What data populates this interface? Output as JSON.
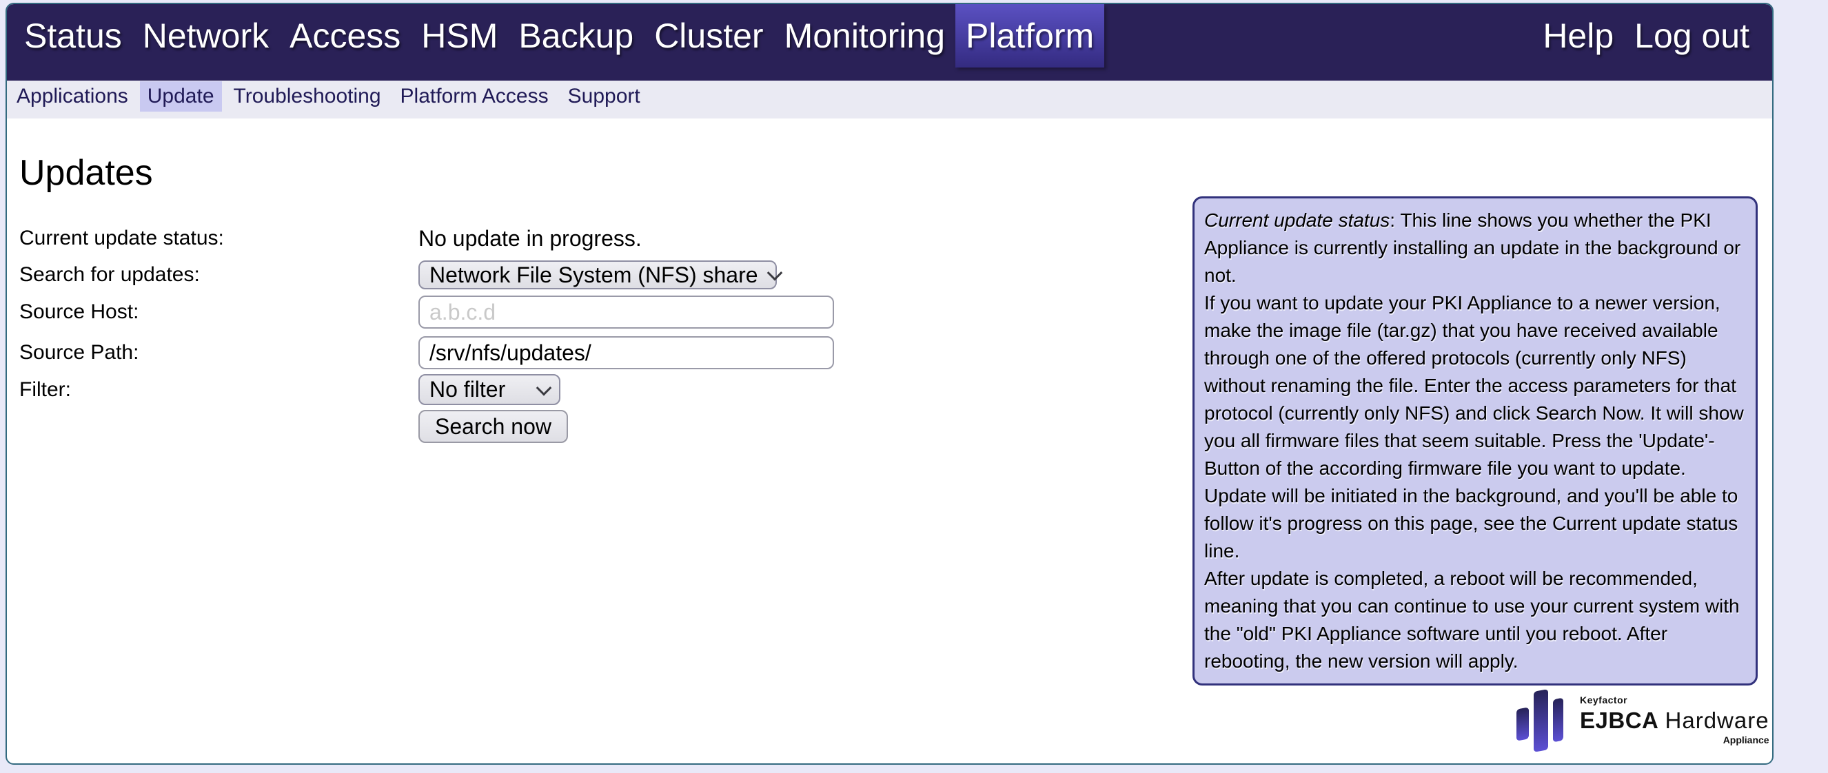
{
  "topnav": {
    "items": [
      "Status",
      "Network",
      "Access",
      "HSM",
      "Backup",
      "Cluster",
      "Monitoring",
      "Platform"
    ],
    "active_item": "Platform",
    "right_items": [
      "Help",
      "Log out"
    ]
  },
  "tabbar": {
    "items": [
      "Applications",
      "Update",
      "Troubleshooting",
      "Platform Access",
      "Support"
    ],
    "active_item": "Update"
  },
  "page": {
    "title": "Updates"
  },
  "form": {
    "status_label": "Current update status:",
    "status_value": "No update in progress.",
    "search_label": "Search for updates:",
    "search_select_value": "Network File System (NFS) share",
    "host_label": "Source Host:",
    "host_placeholder": "a.b.c.d",
    "path_label": "Source Path:",
    "path_value": "/srv/nfs/updates/",
    "filter_label": "Filter:",
    "filter_select_value": "No filter",
    "search_button_label": "Search now"
  },
  "help_box": {
    "p1_lead_italic": "Current update status",
    "p1_rest": ": This line shows you whether the PKI Appliance is currently installing an update in the background or not.",
    "p2": "If you want to update your PKI Appliance to a newer version, make the image file (tar.gz) that you have received available through one of the offered protocols (currently only NFS) without renaming the file. Enter the access parameters for that protocol (currently only NFS) and click Search Now. It will show you all firmware files that seem suitable. Press the 'Update'-Button of the according firmware file you want to update. Update will be initiated in the background, and you'll be able to follow it's progress on this page, see the Current update status line.",
    "p3": "After update is completed, a reboot will be recommended, meaning that you can continue to use your current system with the \"old\" PKI Appliance software until you reboot. After rebooting, the new version will apply."
  },
  "logo": {
    "keyfactor": "Keyfactor",
    "ejbca": "EJBCA",
    "hardware": "Hardware",
    "appliance": "Appliance"
  },
  "colors": {
    "topnav_bg": "#2a2157",
    "nav_active_gradient_top": "#5b51c2",
    "nav_active_gradient_bottom": "#342b80",
    "tabbar_bg": "#eaeaf3",
    "tab_active_bg": "#c9c9f1",
    "tab_text": "#201a56",
    "frame_border": "#336a80",
    "outer_bg": "#e9e9f8",
    "helpbox_bg": "#cbcbee",
    "helpbox_border": "#32327c",
    "logo_gradient_top": "#262258",
    "logo_gradient_bottom": "#5c50d4"
  }
}
